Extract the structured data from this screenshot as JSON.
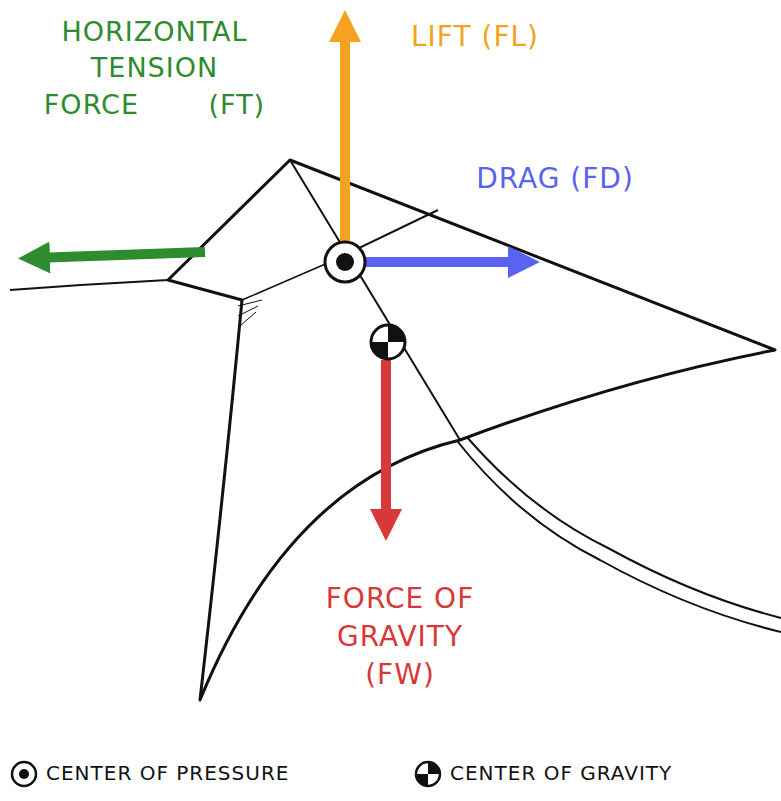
{
  "diagram": {
    "labels": [
      "HORIZONTAL TENSION FORCE (FT)",
      "LIFT (FL)",
      "DRAG (FD)",
      "FORCE OF GRAVITY (FW)"
    ],
    "legend": [
      {
        "text": "CENTER OF PRESSURE"
      },
      {
        "text": "CENTER OF GRAVITY"
      }
    ]
  }
}
